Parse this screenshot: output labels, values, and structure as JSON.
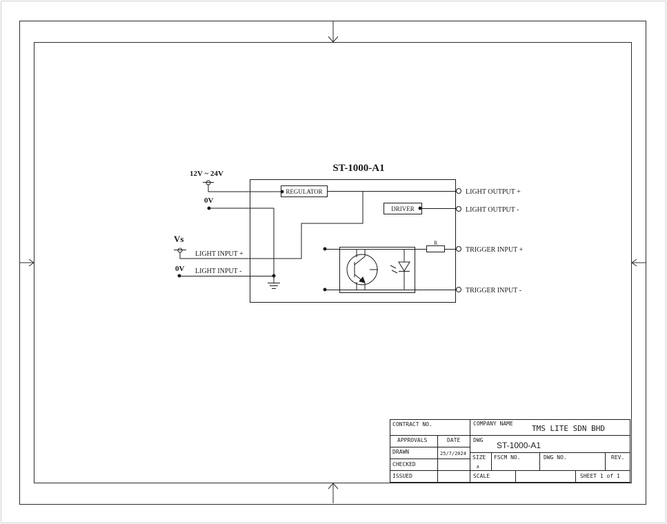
{
  "diagram": {
    "title": "ST-1000-A1",
    "supply_label": "12V ~ 24V",
    "supply_zero_label": "0V",
    "vs_label": "Vs",
    "input_zero_label": "0V",
    "regulator_label": "REGULATOR",
    "driver_label": "DRIVER",
    "resistor_label": "R",
    "light_input_pos": "LIGHT INPUT +",
    "light_input_neg": "LIGHT INPUT -",
    "light_output_pos": "LIGHT OUTPUT +",
    "light_output_neg": "LIGHT OUTPUT -",
    "trigger_input_pos": "TRIGGER INPUT +",
    "trigger_input_neg": "TRIGGER INPUT -"
  },
  "title_block": {
    "contract_no_label": "CONTRACT NO.",
    "company_name_label": "COMPANY NAME",
    "company_name": "TMS LITE SDN BHD",
    "approvals_label": "APPROVALS",
    "date_label": "DATE",
    "dwg_label": "DWG",
    "dwg_value": "ST-1000-A1",
    "drawn_label": "DRAWN",
    "drawn_date": "25/7/2024",
    "checked_label": "CHECKED",
    "size_label": "SIZE",
    "size_value": "A",
    "fscm_label": "FSCM NO.",
    "dwg_no_label": "DWG NO.",
    "rev_label": "REV.",
    "issued_label": "ISSUED",
    "scale_label": "SCALE",
    "sheet_label": "SHEET 1 of 1"
  },
  "colors": {
    "line": "#1a1a1a",
    "frame": "#2a2a2a",
    "page_edge": "#d0d0d0"
  }
}
